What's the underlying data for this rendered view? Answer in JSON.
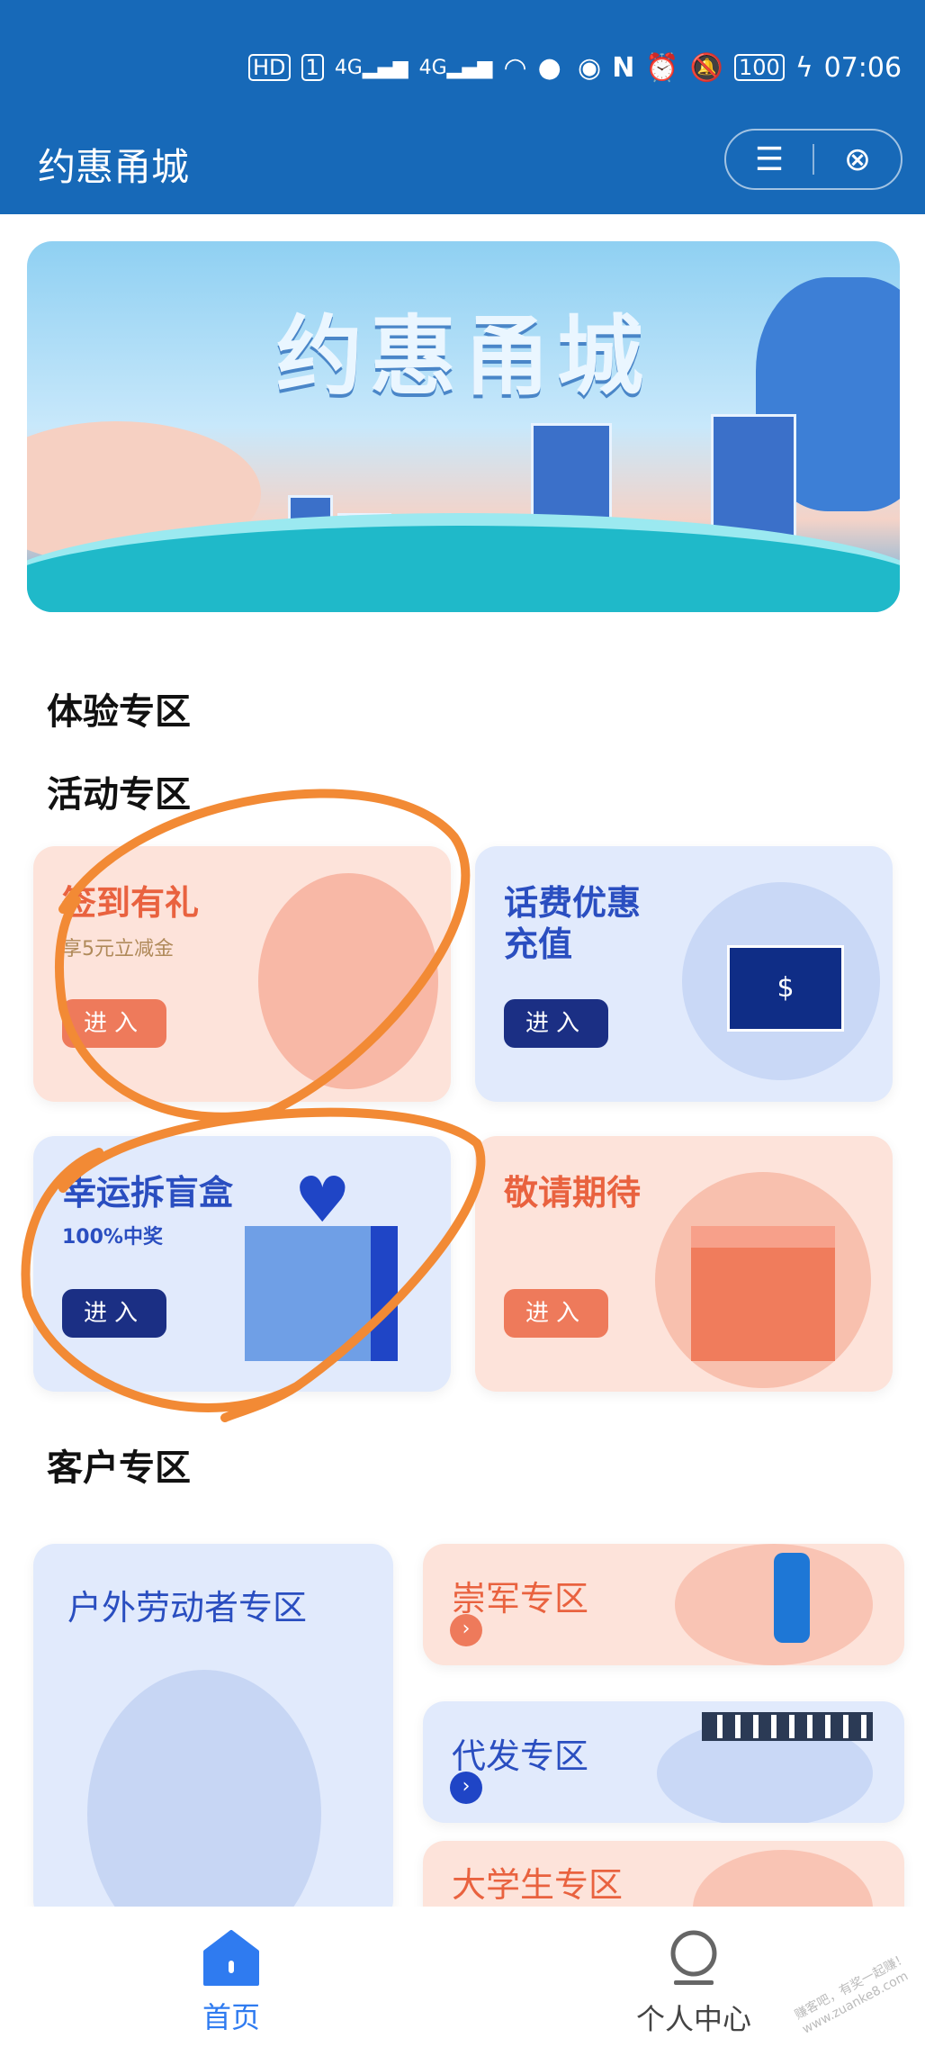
{
  "status_bar": {
    "left_icons": [
      "HD",
      "1",
      "4G",
      "4G",
      "wifi-icon",
      "message-icon"
    ],
    "battery": "100",
    "time": "07:06",
    "right_icons": [
      "eye-icon",
      "nfc-icon",
      "alarm-icon",
      "mute-bell-icon",
      "battery-icon",
      "charging-icon"
    ]
  },
  "header": {
    "title": "约惠甬城",
    "menu_icon": "menu-icon",
    "close_icon": "close-circle-icon"
  },
  "banner": {
    "title": "约惠甬城"
  },
  "sections": {
    "experience": "体验专区",
    "activity": "活动专区",
    "customer": "客户专区"
  },
  "activity_cards": [
    {
      "title": "签到有礼",
      "subtitle": "享5元立减金",
      "button": "进入"
    },
    {
      "title": "话费优惠\n充值",
      "button": "进入"
    },
    {
      "title": "幸运拆盲盒",
      "subtitle": "100%中奖",
      "button": "进入"
    },
    {
      "title": "敬请期待",
      "button": "进入"
    }
  ],
  "customer_cards": [
    {
      "title": "户外劳动者专区"
    },
    {
      "title": "崇军专区"
    },
    {
      "title": "代发专区"
    },
    {
      "title": "大学生专区"
    }
  ],
  "bottom_nav": [
    {
      "label": "首页",
      "active": true
    },
    {
      "label": "个人中心",
      "active": false
    }
  ],
  "watermark": "赚客吧，有奖一起赚！ www.zuanke8.com",
  "colors": {
    "brand": "#1769b8",
    "orange": "#ea6a48",
    "navy": "#1b2f84",
    "active": "#2f7bf0"
  }
}
